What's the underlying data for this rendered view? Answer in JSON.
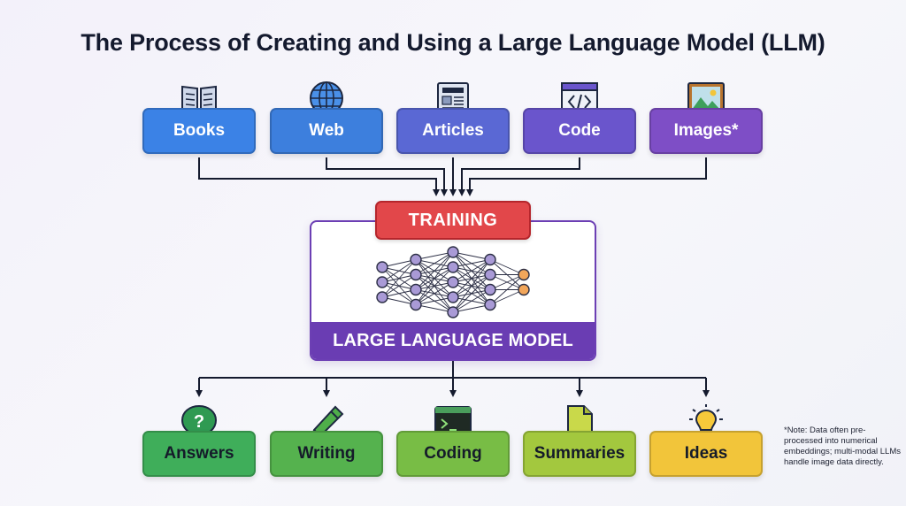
{
  "title": "The Process of Creating and Using a Large Language Model (LLM)",
  "inputs": [
    {
      "label": "Books",
      "color": "#3b82e6",
      "icon": "book-icon"
    },
    {
      "label": "Web",
      "color": "#3d7fdd",
      "icon": "globe-icon"
    },
    {
      "label": "Articles",
      "color": "#5a68d4",
      "icon": "newspaper-icon"
    },
    {
      "label": "Code",
      "color": "#6a55cc",
      "icon": "code-window-icon"
    },
    {
      "label": "Images*",
      "color": "#7e4ec6",
      "icon": "image-icon"
    }
  ],
  "training": {
    "label": "TRAINING",
    "color": "#e2474a"
  },
  "model": {
    "label": "LARGE LANGUAGE MODEL",
    "color": "#6a3db3",
    "icon": "neural-network-icon"
  },
  "outputs": [
    {
      "label": "Answers",
      "color": "#3fae5a",
      "icon": "question-bubble-icon"
    },
    {
      "label": "Writing",
      "color": "#55b24e",
      "icon": "pencil-icon"
    },
    {
      "label": "Coding",
      "color": "#78bd45",
      "icon": "terminal-icon"
    },
    {
      "label": "Summaries",
      "color": "#a3c83e",
      "icon": "document-icon"
    },
    {
      "label": "Ideas",
      "color": "#f2c53a",
      "icon": "lightbulb-icon"
    }
  ],
  "note": "*Note: Data often pre-processed into numerical embeddings; multi-modal LLMs handle image data directly."
}
